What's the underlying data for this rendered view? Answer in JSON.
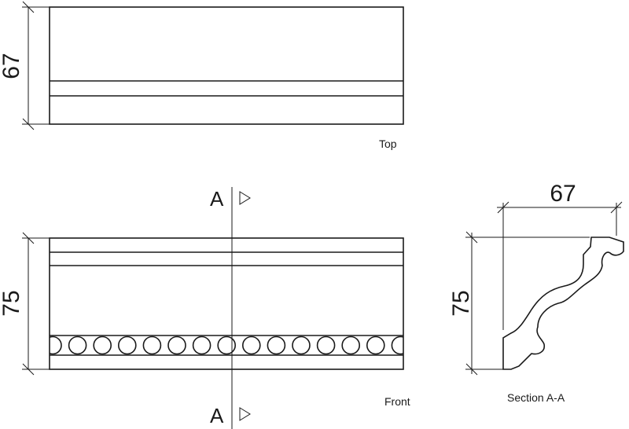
{
  "views": {
    "top": {
      "caption": "Top",
      "depth_dimension": "67"
    },
    "front": {
      "caption": "Front",
      "height_dimension": "75",
      "bead_count": 15
    },
    "section": {
      "caption": "Section A-A",
      "depth_dimension": "67",
      "height_dimension": "75"
    }
  },
  "section_marker": {
    "top_letter": "A",
    "bottom_letter": "A"
  },
  "colors": {
    "line": "#1a1a1a",
    "background": "#ffffff"
  }
}
